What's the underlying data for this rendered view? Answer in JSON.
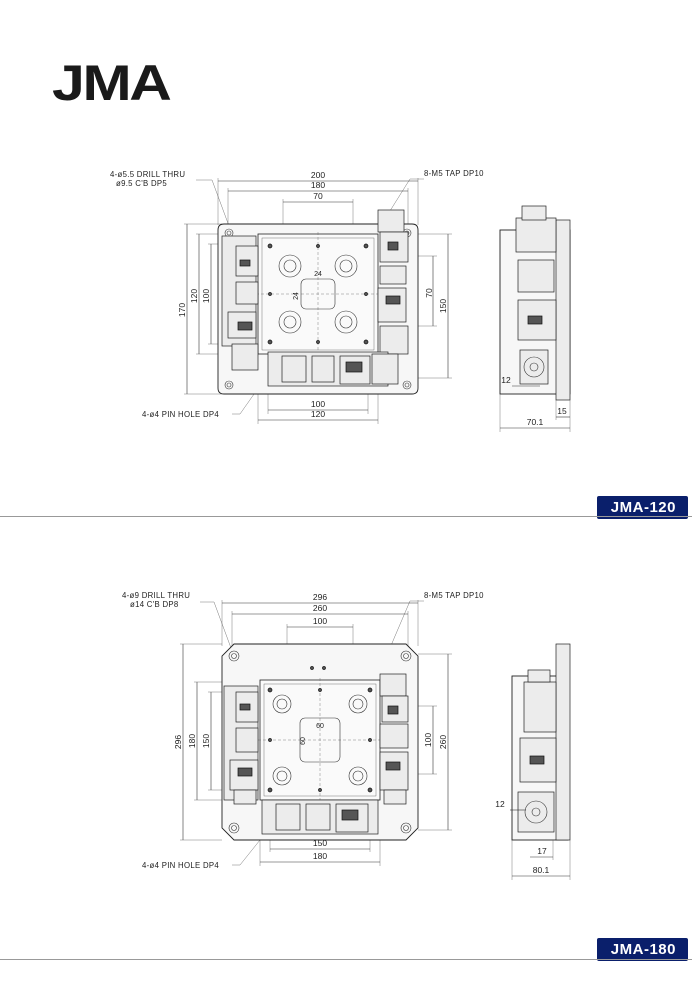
{
  "brand": {
    "logo": "JMA"
  },
  "sections": [
    {
      "model": "JMA-120",
      "notes": {
        "drill": "4-ø5.5 DRILL THRU",
        "counterbore": "ø9.5 C'B DP5",
        "tap": "8-M5 TAP DP10",
        "pin": "4-ø4 PIN HOLE DP4"
      },
      "dims": {
        "w_total": "200",
        "w_inner": "180",
        "w_top": "70",
        "h_total": "170",
        "h_inner": "120",
        "h_mid": "100",
        "center_a": "24",
        "center_b": "24",
        "r_70": "70",
        "r_150": "150",
        "b_100": "100",
        "b_120": "120",
        "side_12": "12",
        "side_15": "15",
        "side_w": "70.1"
      }
    },
    {
      "model": "JMA-180",
      "notes": {
        "drill": "4-ø9 DRILL THRU",
        "counterbore": "ø14 C'B DP8",
        "tap": "8-M5 TAP DP10",
        "pin": "4-ø4 PIN HOLE DP4"
      },
      "dims": {
        "w_total": "296",
        "w_inner": "260",
        "w_top": "100",
        "h_total": "296",
        "h_inner": "180",
        "h_mid": "150",
        "center_a": "60",
        "center_b": "60",
        "r_100": "100",
        "r_260": "260",
        "b_150": "150",
        "b_180": "180",
        "side_12": "12",
        "side_17": "17",
        "side_w": "80.1"
      }
    }
  ]
}
